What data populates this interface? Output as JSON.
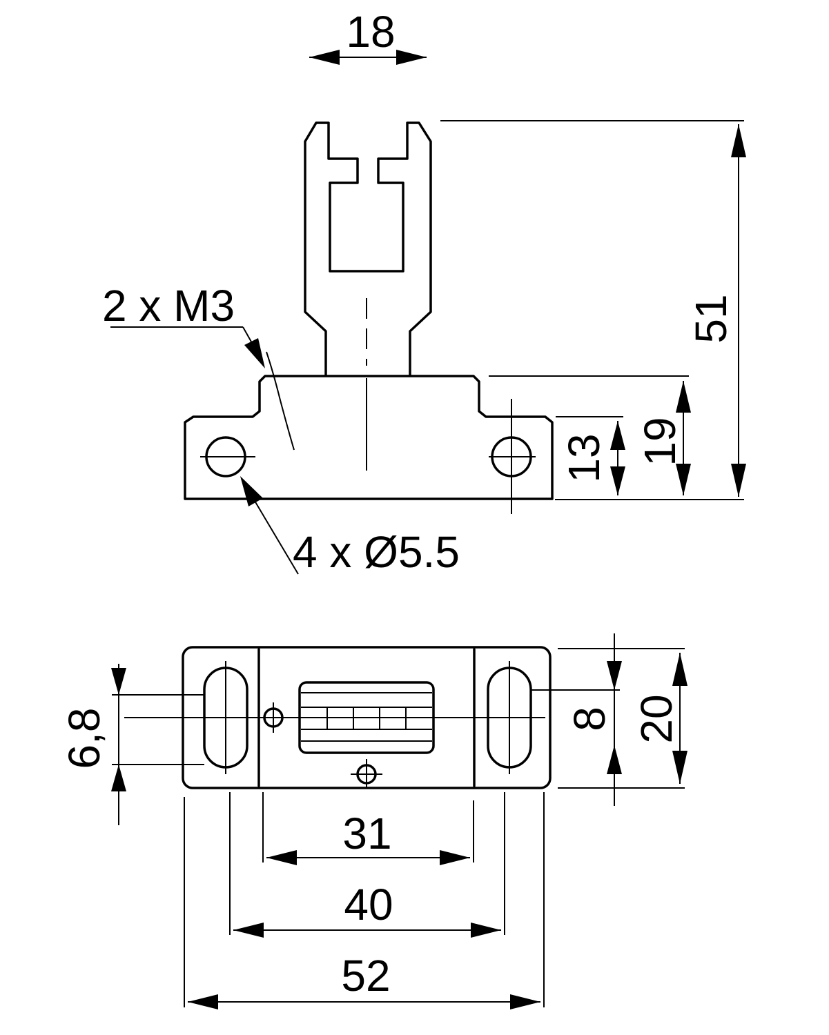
{
  "dimensions": {
    "d18": "18",
    "d51": "51",
    "d19": "19",
    "d13": "13",
    "d6_8": "6,8",
    "d8": "8",
    "d20": "20",
    "d31": "31",
    "d40": "40",
    "d52": "52"
  },
  "callouts": {
    "thread": "2 x M3",
    "holes": "4 x Ø5.5"
  }
}
